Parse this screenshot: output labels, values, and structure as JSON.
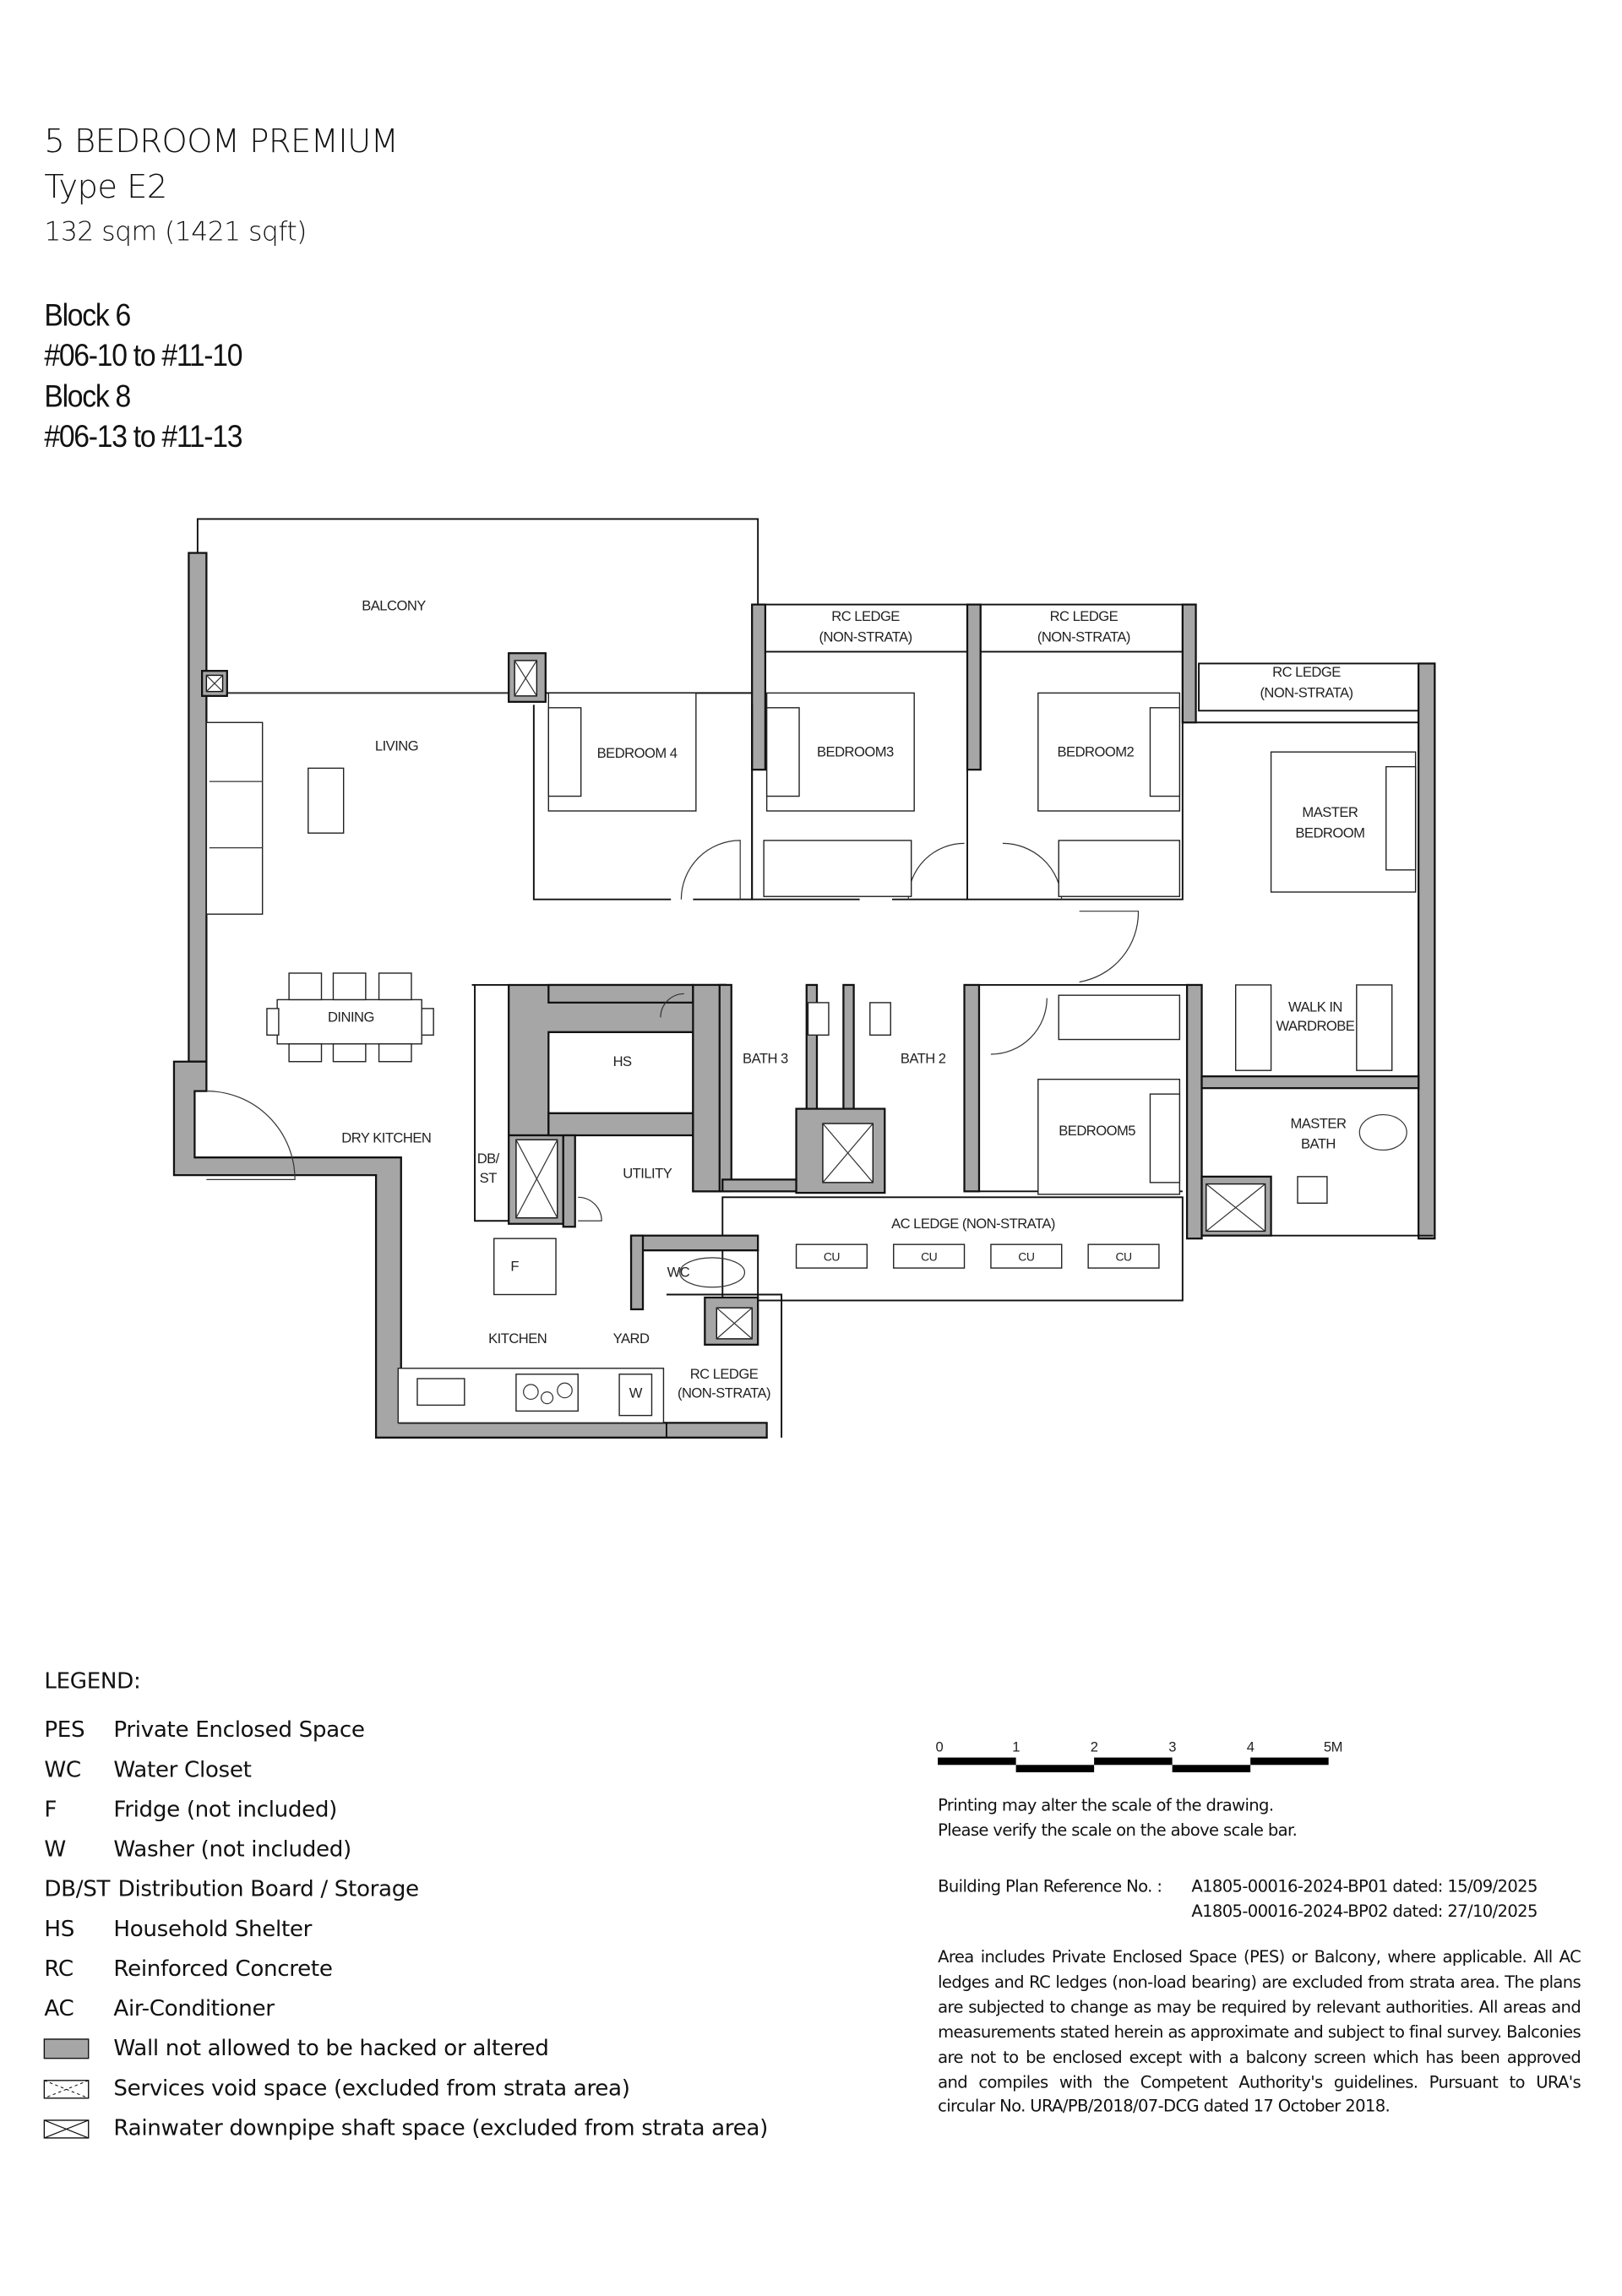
{
  "header": {
    "unit_type": "5 BEDROOM PREMIUM",
    "type": "Type E2",
    "area": "132 sqm (1421 sqft)",
    "blocks": [
      "Block 6",
      "#06-10 to #11-10",
      "Block 8",
      "#06-13 to #11-13"
    ]
  },
  "plan": {
    "rooms": {
      "balcony": "BALCONY",
      "living": "LIVING",
      "bedroom4": "BEDROOM 4",
      "bedroom3": "BEDROOM3",
      "bedroom2": "BEDROOM2",
      "master_bedroom": [
        "MASTER",
        "BEDROOM"
      ],
      "rc_ledge_1": [
        "RC LEDGE",
        "(NON-STRATA)"
      ],
      "rc_ledge_2": [
        "RC LEDGE",
        "(NON-STRATA)"
      ],
      "rc_ledge_3": [
        "RC LEDGE",
        "(NON-STRATA)"
      ],
      "rc_ledge_4": [
        "RC LEDGE",
        "(NON-STRATA)"
      ],
      "walk_in_wardrobe": [
        "WALK IN",
        "WARDROBE"
      ],
      "dining": "DINING",
      "hs": "HS",
      "bath3": "BATH 3",
      "bath2": "BATH 2",
      "bedroom5": "BEDROOM5",
      "master_bath": [
        "MASTER",
        "BATH"
      ],
      "dry_kitchen": "DRY KITCHEN",
      "dbst": [
        "DB/",
        "ST"
      ],
      "utility": "UTILITY",
      "ac_ledge": "AC LEDGE (NON-STRATA)",
      "cu": [
        "CU",
        "CU",
        "CU",
        "CU"
      ],
      "fridge": "F",
      "wc": "WC",
      "kitchen": "KITCHEN",
      "yard": "YARD",
      "washer": "W"
    },
    "wall_color": "#a6a6a6"
  },
  "legend": {
    "title": "LEGEND:",
    "items": [
      {
        "abbr": "PES",
        "text": "Private Enclosed Space"
      },
      {
        "abbr": "WC",
        "text": "Water Closet"
      },
      {
        "abbr": "F",
        "text": "Fridge (not included)"
      },
      {
        "abbr": "W",
        "text": "Washer (not included)"
      },
      {
        "abbr": "DB/ST",
        "text": "Distribution Board / Storage"
      },
      {
        "abbr": "HS",
        "text": "Household Shelter"
      },
      {
        "abbr": "RC",
        "text": "Reinforced Concrete"
      },
      {
        "abbr": "AC",
        "text": "Air-Conditioner"
      }
    ],
    "symbols": [
      {
        "icon": "wall-swatch",
        "text": "Wall not allowed to be hacked or altered"
      },
      {
        "icon": "services-void-icon",
        "text": "Services void space (excluded from strata area)"
      },
      {
        "icon": "rainwater-shaft-icon",
        "text": "Rainwater downpipe shaft space (excluded from strata area)"
      }
    ]
  },
  "scale_bar": {
    "labels": [
      "0",
      "1",
      "2",
      "3",
      "4",
      "5M"
    ],
    "note": [
      "Printing may alter the scale of the drawing.",
      "Please verify the scale on the above scale bar."
    ]
  },
  "reference": {
    "label": "Building Plan Reference No. :",
    "lines": [
      "A1805-00016-2024-BP01 dated: 15/09/2025",
      "A1805-00016-2024-BP02 dated: 27/10/2025"
    ]
  },
  "disclaimer": "Area includes Private Enclosed Space (PES) or Balcony, where applicable. All AC ledges and RC ledges (non-load bearing) are excluded from strata area. The plans are subjected to change as may be required by relevant authorities. All areas and measurements stated herein as approximate and subject to final survey. Balconies are not to be enclosed except with a balcony screen which has been approved and compiles with the Competent Authority's guidelines. Pursuant to URA's circular No. URA/PB/2018/07-DCG dated 17 October 2018."
}
